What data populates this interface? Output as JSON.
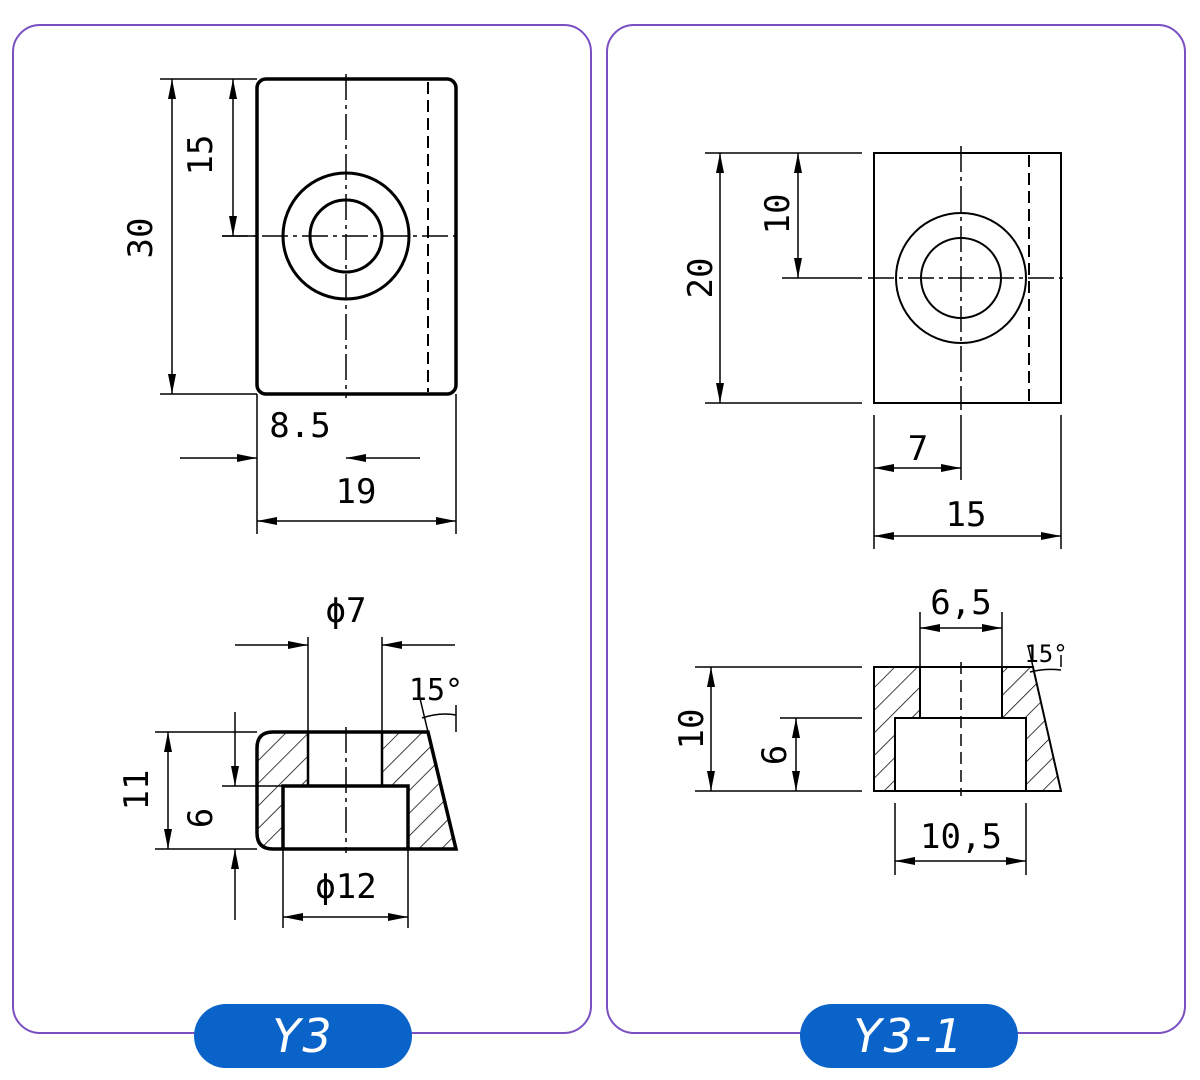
{
  "panels": {
    "left": {
      "label": "Y3",
      "dims": {
        "height_total": "30",
        "height_half": "15",
        "offset": "8.5",
        "width": "19",
        "bore_small": "ϕ7",
        "bore_large": "ϕ12",
        "angle": "15°",
        "section_height": "11",
        "counterbore_depth": "6"
      }
    },
    "right": {
      "label": "Y3-1",
      "dims": {
        "height_total": "20",
        "height_half": "10",
        "offset": "7",
        "width": "15",
        "bore_small": "6,5",
        "bore_large": "10,5",
        "angle": "15°",
        "section_height": "10",
        "counterbore_depth": "6"
      }
    }
  },
  "colors": {
    "panel_border": "#7a4fc2",
    "badge": "#0a63c9",
    "line": "#000000"
  }
}
